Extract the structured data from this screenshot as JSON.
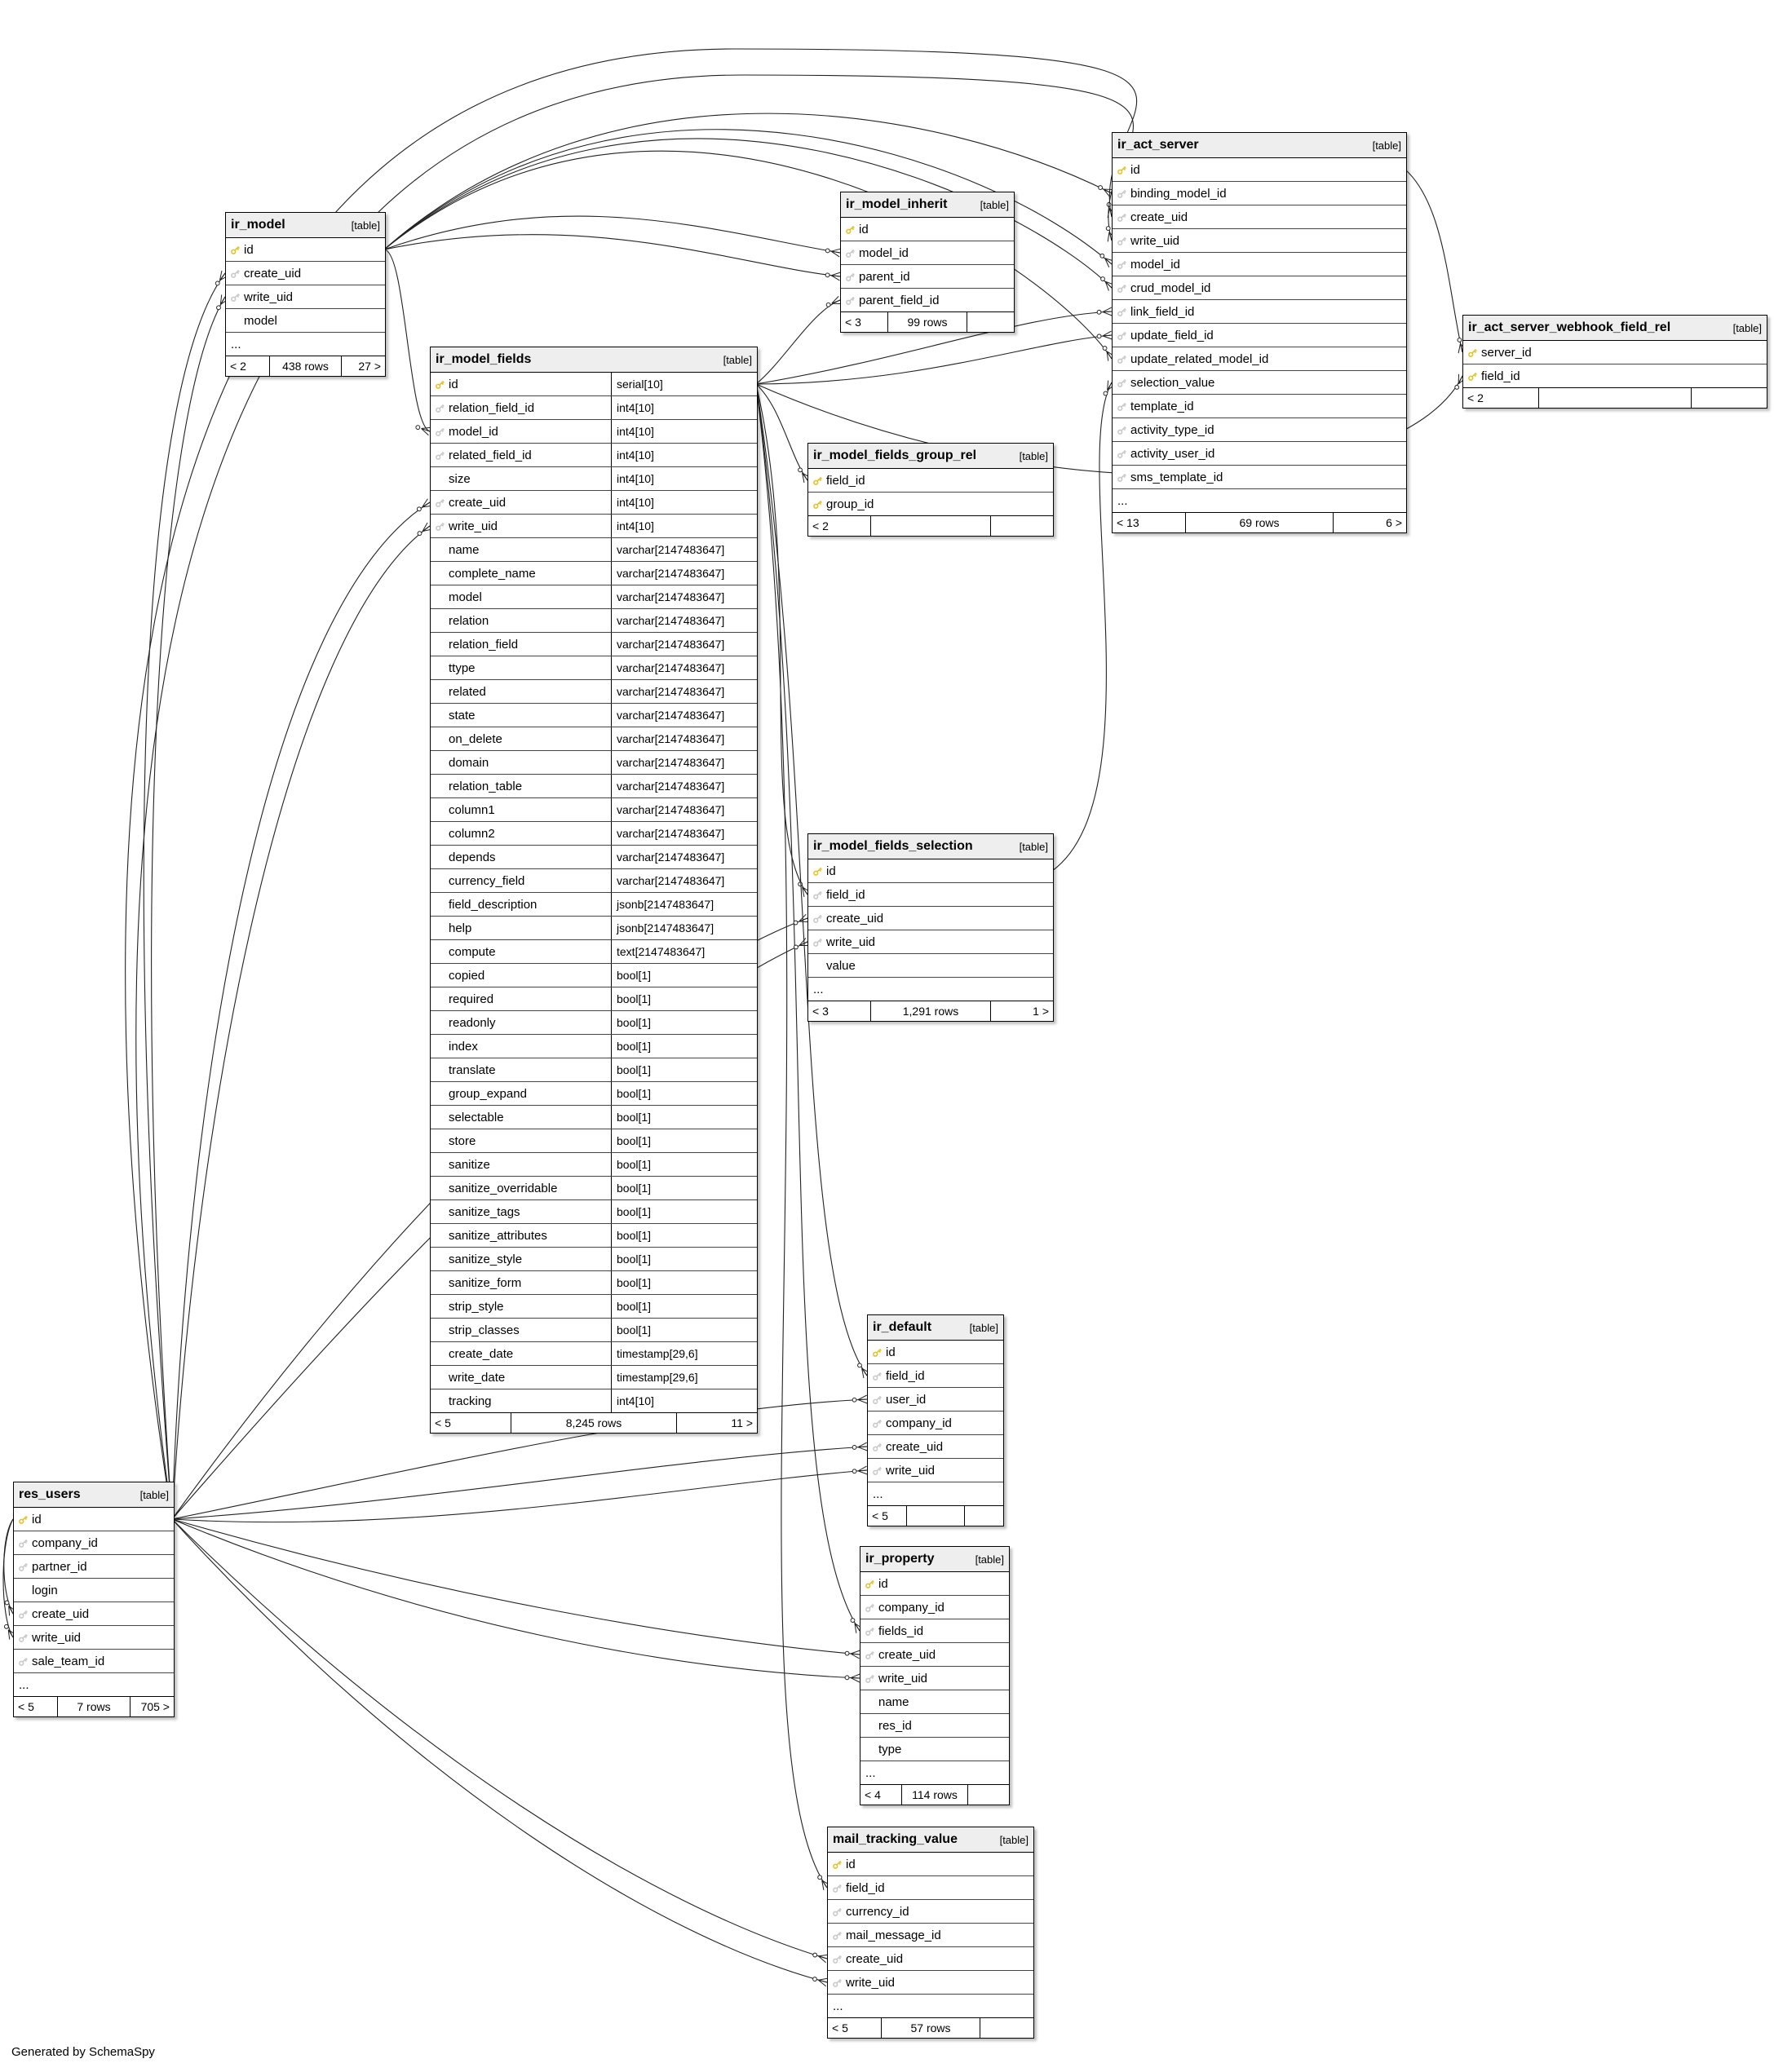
{
  "note": "Generated by SchemaSpy",
  "tables": [
    {
      "id": "ir_model",
      "title": "ir_model",
      "tag": "[table]",
      "show_types": false,
      "columns": [
        {
          "name": "id",
          "key": "pk"
        },
        {
          "name": "create_uid",
          "key": "fk"
        },
        {
          "name": "write_uid",
          "key": "fk"
        },
        {
          "name": "model",
          "key": ""
        },
        {
          "name": "...",
          "key": ""
        }
      ],
      "footer": [
        "< 2",
        "438 rows",
        "27 >"
      ]
    },
    {
      "id": "ir_model_fields",
      "title": "ir_model_fields",
      "tag": "[table]",
      "show_types": true,
      "columns": [
        {
          "name": "id",
          "type": "serial[10]",
          "key": "pk"
        },
        {
          "name": "relation_field_id",
          "type": "int4[10]",
          "key": "fk"
        },
        {
          "name": "model_id",
          "type": "int4[10]",
          "key": "fk"
        },
        {
          "name": "related_field_id",
          "type": "int4[10]",
          "key": "fk"
        },
        {
          "name": "size",
          "type": "int4[10]",
          "key": ""
        },
        {
          "name": "create_uid",
          "type": "int4[10]",
          "key": "fk"
        },
        {
          "name": "write_uid",
          "type": "int4[10]",
          "key": "fk"
        },
        {
          "name": "name",
          "type": "varchar[2147483647]",
          "key": ""
        },
        {
          "name": "complete_name",
          "type": "varchar[2147483647]",
          "key": ""
        },
        {
          "name": "model",
          "type": "varchar[2147483647]",
          "key": ""
        },
        {
          "name": "relation",
          "type": "varchar[2147483647]",
          "key": ""
        },
        {
          "name": "relation_field",
          "type": "varchar[2147483647]",
          "key": ""
        },
        {
          "name": "ttype",
          "type": "varchar[2147483647]",
          "key": ""
        },
        {
          "name": "related",
          "type": "varchar[2147483647]",
          "key": ""
        },
        {
          "name": "state",
          "type": "varchar[2147483647]",
          "key": ""
        },
        {
          "name": "on_delete",
          "type": "varchar[2147483647]",
          "key": ""
        },
        {
          "name": "domain",
          "type": "varchar[2147483647]",
          "key": ""
        },
        {
          "name": "relation_table",
          "type": "varchar[2147483647]",
          "key": ""
        },
        {
          "name": "column1",
          "type": "varchar[2147483647]",
          "key": ""
        },
        {
          "name": "column2",
          "type": "varchar[2147483647]",
          "key": ""
        },
        {
          "name": "depends",
          "type": "varchar[2147483647]",
          "key": ""
        },
        {
          "name": "currency_field",
          "type": "varchar[2147483647]",
          "key": ""
        },
        {
          "name": "field_description",
          "type": "jsonb[2147483647]",
          "key": ""
        },
        {
          "name": "help",
          "type": "jsonb[2147483647]",
          "key": ""
        },
        {
          "name": "compute",
          "type": "text[2147483647]",
          "key": ""
        },
        {
          "name": "copied",
          "type": "bool[1]",
          "key": ""
        },
        {
          "name": "required",
          "type": "bool[1]",
          "key": ""
        },
        {
          "name": "readonly",
          "type": "bool[1]",
          "key": ""
        },
        {
          "name": "index",
          "type": "bool[1]",
          "key": ""
        },
        {
          "name": "translate",
          "type": "bool[1]",
          "key": ""
        },
        {
          "name": "group_expand",
          "type": "bool[1]",
          "key": ""
        },
        {
          "name": "selectable",
          "type": "bool[1]",
          "key": ""
        },
        {
          "name": "store",
          "type": "bool[1]",
          "key": ""
        },
        {
          "name": "sanitize",
          "type": "bool[1]",
          "key": ""
        },
        {
          "name": "sanitize_overridable",
          "type": "bool[1]",
          "key": ""
        },
        {
          "name": "sanitize_tags",
          "type": "bool[1]",
          "key": ""
        },
        {
          "name": "sanitize_attributes",
          "type": "bool[1]",
          "key": ""
        },
        {
          "name": "sanitize_style",
          "type": "bool[1]",
          "key": ""
        },
        {
          "name": "sanitize_form",
          "type": "bool[1]",
          "key": ""
        },
        {
          "name": "strip_style",
          "type": "bool[1]",
          "key": ""
        },
        {
          "name": "strip_classes",
          "type": "bool[1]",
          "key": ""
        },
        {
          "name": "create_date",
          "type": "timestamp[29,6]",
          "key": ""
        },
        {
          "name": "write_date",
          "type": "timestamp[29,6]",
          "key": ""
        },
        {
          "name": "tracking",
          "type": "int4[10]",
          "key": ""
        }
      ],
      "footer": [
        "< 5",
        "8,245 rows",
        "11 >"
      ]
    },
    {
      "id": "ir_model_inherit",
      "title": "ir_model_inherit",
      "tag": "[table]",
      "show_types": false,
      "columns": [
        {
          "name": "id",
          "key": "pk"
        },
        {
          "name": "model_id",
          "key": "fk"
        },
        {
          "name": "parent_id",
          "key": "fk"
        },
        {
          "name": "parent_field_id",
          "key": "fk"
        }
      ],
      "footer": [
        "< 3",
        "99 rows",
        ""
      ]
    },
    {
      "id": "ir_act_server",
      "title": "ir_act_server",
      "tag": "[table]",
      "show_types": false,
      "columns": [
        {
          "name": "id",
          "key": "pk"
        },
        {
          "name": "binding_model_id",
          "key": "fk"
        },
        {
          "name": "create_uid",
          "key": "fk"
        },
        {
          "name": "write_uid",
          "key": "fk"
        },
        {
          "name": "model_id",
          "key": "fk"
        },
        {
          "name": "crud_model_id",
          "key": "fk"
        },
        {
          "name": "link_field_id",
          "key": "fk"
        },
        {
          "name": "update_field_id",
          "key": "fk"
        },
        {
          "name": "update_related_model_id",
          "key": "fk"
        },
        {
          "name": "selection_value",
          "key": "fk"
        },
        {
          "name": "template_id",
          "key": "fk"
        },
        {
          "name": "activity_type_id",
          "key": "fk"
        },
        {
          "name": "activity_user_id",
          "key": "fk"
        },
        {
          "name": "sms_template_id",
          "key": "fk"
        },
        {
          "name": "...",
          "key": ""
        }
      ],
      "footer": [
        "< 13",
        "69 rows",
        "6 >"
      ]
    },
    {
      "id": "ir_act_server_webhook_field_rel",
      "title": "ir_act_server_webhook_field_rel",
      "tag": "[table]",
      "show_types": false,
      "columns": [
        {
          "name": "server_id",
          "key": "pk"
        },
        {
          "name": "field_id",
          "key": "pk"
        }
      ],
      "footer": [
        "< 2",
        "",
        ""
      ]
    },
    {
      "id": "ir_model_fields_group_rel",
      "title": "ir_model_fields_group_rel",
      "tag": "[table]",
      "show_types": false,
      "columns": [
        {
          "name": "field_id",
          "key": "pk"
        },
        {
          "name": "group_id",
          "key": "pk"
        }
      ],
      "footer": [
        "< 2",
        "",
        ""
      ]
    },
    {
      "id": "ir_model_fields_selection",
      "title": "ir_model_fields_selection",
      "tag": "[table]",
      "show_types": false,
      "columns": [
        {
          "name": "id",
          "key": "pk"
        },
        {
          "name": "field_id",
          "key": "fk"
        },
        {
          "name": "create_uid",
          "key": "fk"
        },
        {
          "name": "write_uid",
          "key": "fk"
        },
        {
          "name": "value",
          "key": ""
        },
        {
          "name": "...",
          "key": ""
        }
      ],
      "footer": [
        "< 3",
        "1,291 rows",
        "1 >"
      ]
    },
    {
      "id": "ir_default",
      "title": "ir_default",
      "tag": "[table]",
      "show_types": false,
      "columns": [
        {
          "name": "id",
          "key": "pk"
        },
        {
          "name": "field_id",
          "key": "fk"
        },
        {
          "name": "user_id",
          "key": "fk"
        },
        {
          "name": "company_id",
          "key": "fk"
        },
        {
          "name": "create_uid",
          "key": "fk"
        },
        {
          "name": "write_uid",
          "key": "fk"
        },
        {
          "name": "...",
          "key": ""
        }
      ],
      "footer": [
        "< 5",
        "",
        ""
      ]
    },
    {
      "id": "ir_property",
      "title": "ir_property",
      "tag": "[table]",
      "show_types": false,
      "columns": [
        {
          "name": "id",
          "key": "pk"
        },
        {
          "name": "company_id",
          "key": "fk"
        },
        {
          "name": "fields_id",
          "key": "fk"
        },
        {
          "name": "create_uid",
          "key": "fk"
        },
        {
          "name": "write_uid",
          "key": "fk"
        },
        {
          "name": "name",
          "key": ""
        },
        {
          "name": "res_id",
          "key": ""
        },
        {
          "name": "type",
          "key": ""
        },
        {
          "name": "...",
          "key": ""
        }
      ],
      "footer": [
        "< 4",
        "114 rows",
        ""
      ]
    },
    {
      "id": "res_users",
      "title": "res_users",
      "tag": "[table]",
      "show_types": false,
      "columns": [
        {
          "name": "id",
          "key": "pk"
        },
        {
          "name": "company_id",
          "key": "fk"
        },
        {
          "name": "partner_id",
          "key": "fk"
        },
        {
          "name": "login",
          "key": ""
        },
        {
          "name": "create_uid",
          "key": "fk"
        },
        {
          "name": "write_uid",
          "key": "fk"
        },
        {
          "name": "sale_team_id",
          "key": "fk"
        },
        {
          "name": "...",
          "key": ""
        }
      ],
      "footer": [
        "< 5",
        "7 rows",
        "705 >"
      ]
    },
    {
      "id": "mail_tracking_value",
      "title": "mail_tracking_value",
      "tag": "[table]",
      "show_types": false,
      "columns": [
        {
          "name": "id",
          "key": "pk"
        },
        {
          "name": "field_id",
          "key": "fk"
        },
        {
          "name": "currency_id",
          "key": "fk"
        },
        {
          "name": "mail_message_id",
          "key": "fk"
        },
        {
          "name": "create_uid",
          "key": "fk"
        },
        {
          "name": "write_uid",
          "key": "fk"
        },
        {
          "name": "...",
          "key": ""
        }
      ],
      "footer": [
        "< 5",
        "57 rows",
        ""
      ]
    }
  ]
}
